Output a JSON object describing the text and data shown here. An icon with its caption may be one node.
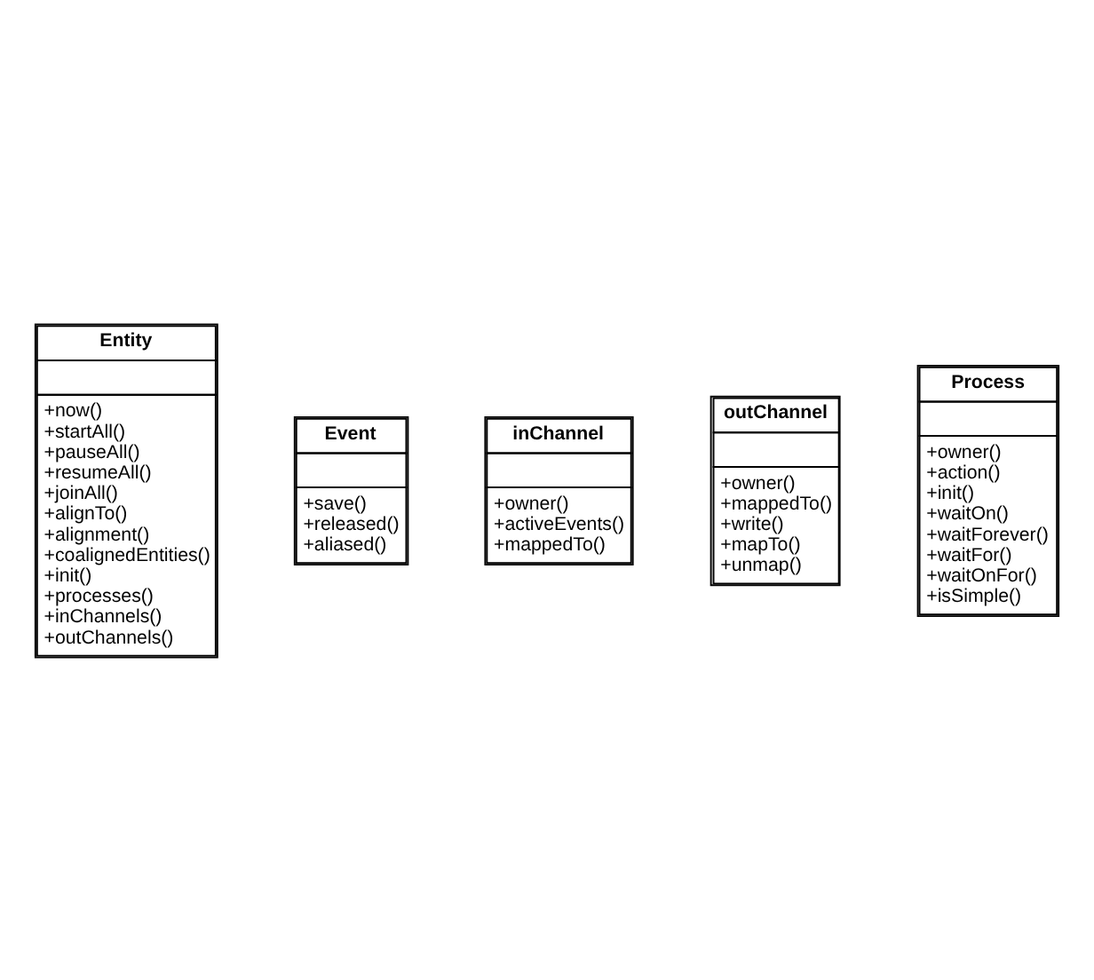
{
  "diagram": {
    "nodes": [
      {
        "text": [
          "Entity",
          "+now()",
          "+startAll()",
          "+pauseAll()",
          "+resumeAll()",
          "+joinAll()",
          "+alignTo()",
          "+alignment()",
          "+coalignedEntities()",
          "+init()",
          "+processes()",
          "+inChannels()",
          "+outChannels()"
        ]
      },
      {
        "text": [
          "Event",
          "+save()",
          "+released()",
          "+aliased()"
        ]
      },
      {
        "text": [
          "inChannel",
          "+owner()",
          "+activeEvents()",
          "+mappedTo()"
        ]
      },
      {
        "text": [
          "outChannel",
          "+owner()",
          "+mappedTo()",
          "+write()",
          "+mapTo()",
          "+unmap()"
        ]
      },
      {
        "text": [
          "Process",
          "+owner()",
          "+action()",
          "+init()",
          "+waitOn()",
          "+waitForever()",
          "+waitFor()",
          "+waitOnFor()",
          "+isSimple()"
        ]
      }
    ],
    "edges": []
  }
}
